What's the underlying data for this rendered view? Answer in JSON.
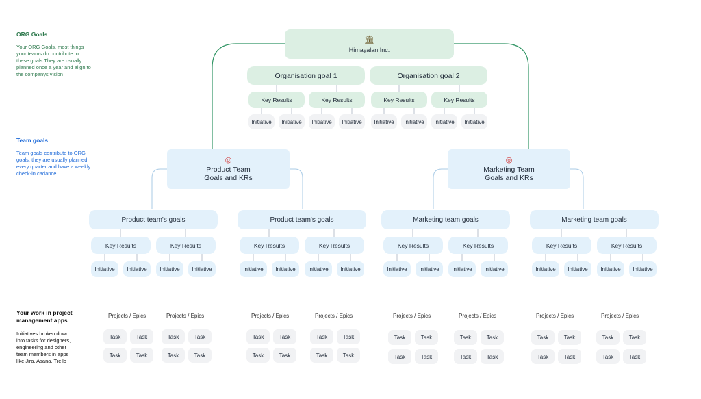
{
  "sidebar": {
    "org": {
      "title": "ORG Goals",
      "lines": [
        "Your ORG Goals, most things",
        "your teams do contribute to",
        "these goals They are usually",
        "planned once a year and align to",
        "the companys vision"
      ]
    },
    "team": {
      "title": "Team goals",
      "lines": [
        "Team goals contribute to ORG",
        "goals, they are usually planned",
        "every quarter and have a weekly",
        "check-in cadance."
      ]
    },
    "work": {
      "title_lines": [
        "Your work in project",
        "management apps"
      ],
      "lines": [
        "Initiatives broken down",
        "into tasks for designers,",
        "engineering and other",
        "team members in apps",
        "like Jira, Asana, Trello"
      ]
    }
  },
  "root": {
    "icon": "bank-icon",
    "label": "Himayalan Inc."
  },
  "org_goals": [
    "Organisation goal 1",
    "Organisation goal 2"
  ],
  "labels": {
    "key_results": "Key Results",
    "initiative": "Initiative",
    "projects_epics": "Projects / Epics",
    "task": "Task"
  },
  "teams": [
    {
      "icon": "target-icon",
      "line1": "Product Team",
      "line2": "Goals and KRs",
      "goals": [
        "Product team's goals",
        "Product team's goals"
      ]
    },
    {
      "icon": "target-icon",
      "line1": "Marketing Team",
      "line2": "Goals and KRs",
      "goals": [
        "Marketing team goals",
        "Marketing team goals"
      ]
    }
  ],
  "colors": {
    "org_green": "#dcefe3",
    "team_blue": "#e3f1fb",
    "connector_green": "#2f9463",
    "connector_blue": "#a9cbe6"
  }
}
